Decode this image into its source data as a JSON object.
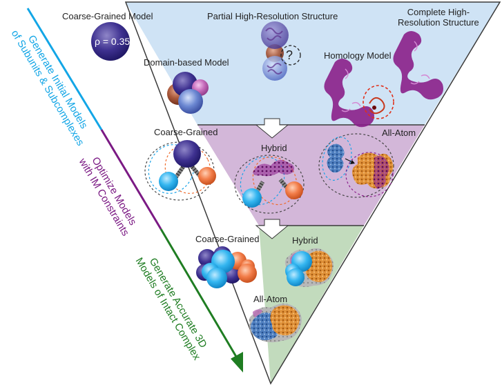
{
  "stages": [
    {
      "id": "initial",
      "color": "#cfe3f5",
      "side_label": [
        "Generate Initial Models",
        "of Subunits & Subcomplexes"
      ],
      "side_color": "#13a6e6",
      "items": [
        {
          "label": "Coarse-Grained Model",
          "annotation": "ρ = 0.35"
        },
        {
          "label": "Partial High-Resolution Structure",
          "annotation": "?"
        },
        {
          "label": "Complete High-Resolution Structure",
          "lines": [
            "Complete High-",
            "Resolution Structure"
          ]
        },
        {
          "label": "Domain-based Model"
        },
        {
          "label": "Homology Model"
        }
      ]
    },
    {
      "id": "optimize",
      "color": "#d3b7d9",
      "side_label": [
        "Optimize Models",
        "with IM Constraints"
      ],
      "side_color": "#7b1a84",
      "items": [
        {
          "label": "Coarse-Grained"
        },
        {
          "label": "Hybrid"
        },
        {
          "label": "All-Atom"
        }
      ]
    },
    {
      "id": "final",
      "color": "#c2dbbd",
      "side_label": [
        "Generate Accurate 3D",
        "Models of Intact Complex"
      ],
      "side_color": "#1f7d22",
      "items": [
        {
          "label": "Coarse-Grained"
        },
        {
          "label": "Hybrid"
        },
        {
          "label": "All-Atom"
        }
      ]
    }
  ],
  "colors": {
    "outline": "#3a3a3a",
    "sphere_dark": "#3a2e8a",
    "sphere_cyan": "#2fb4ef",
    "sphere_orange": "#ef7a45",
    "sphere_pink": "#c46bb8",
    "sphere_brown": "#a5553a",
    "sphere_blue": "#6a86cf",
    "protein_purple": "#8a1f8a",
    "protein_orange": "#d98a2a",
    "protein_blue": "#4a78b8",
    "dash_blue": "#1aa3e8",
    "dash_orange": "#ee6a2a",
    "dash_black": "#444444",
    "dash_red": "#e0301a"
  }
}
